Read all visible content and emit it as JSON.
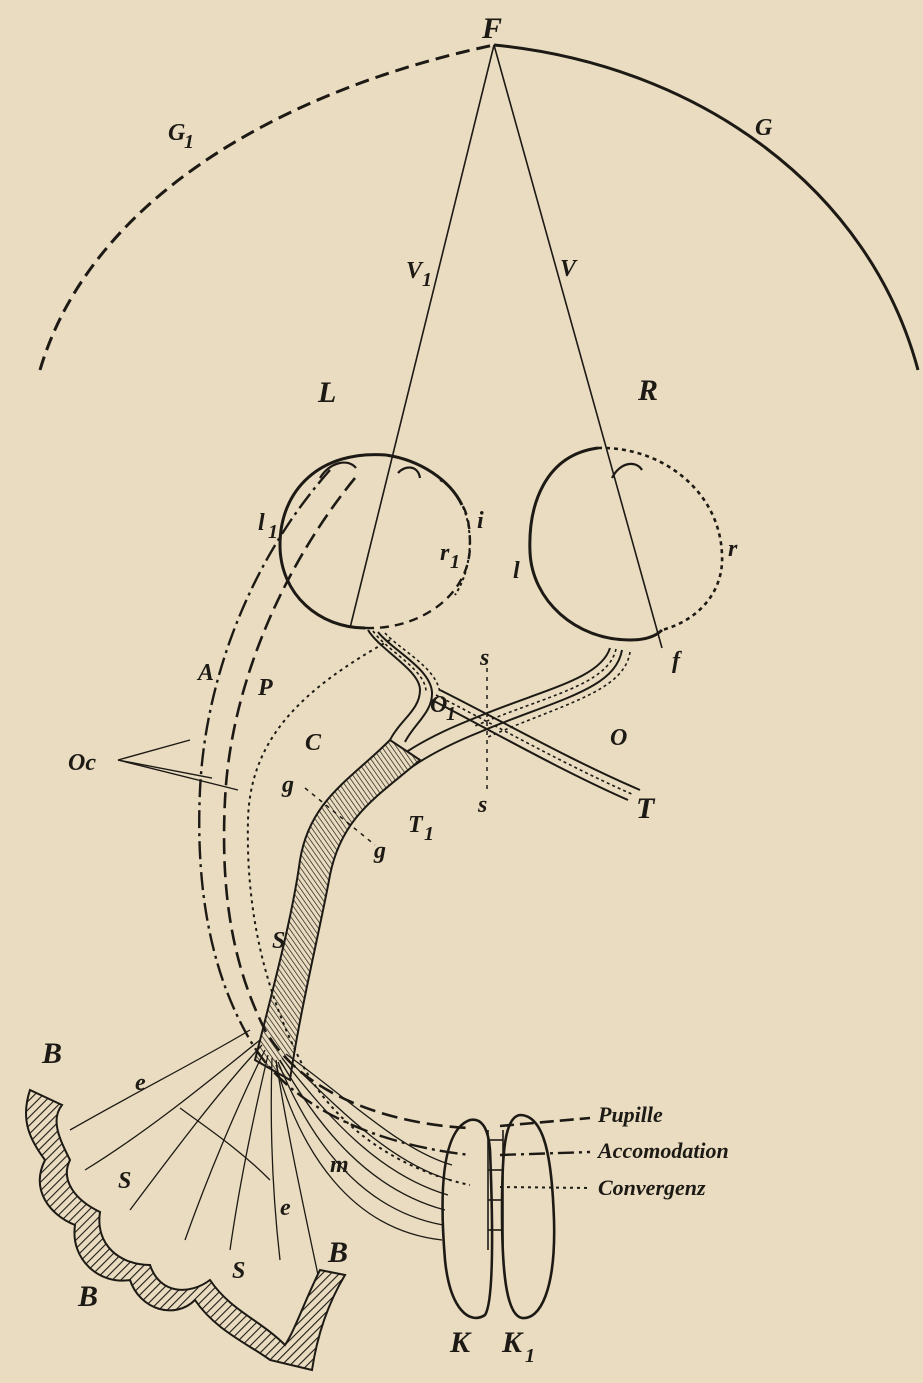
{
  "labels": {
    "F": "F",
    "G": "G",
    "G1": "G",
    "G1_sub": "1",
    "V": "V",
    "V1": "V",
    "V1_sub": "1",
    "L": "L",
    "R": "R",
    "l1": "l",
    "l1_sub": "1",
    "i": "i",
    "r1": "r",
    "r1_sub": "1",
    "l": "l",
    "r": "r",
    "f": "f",
    "A": "A",
    "P": "P",
    "C": "C",
    "O1": "O",
    "O1_sub": "1",
    "O": "O",
    "s_top": "s",
    "s_bottom": "s",
    "g_top": "g",
    "g_bottom": "g",
    "T1": "T",
    "T1_sub": "1",
    "T": "T",
    "Oc": "Oc",
    "S_tract": "S",
    "S_left": "S",
    "S_bottom": "S",
    "B_left_top": "B",
    "B_left_bottom": "B",
    "B_right": "B",
    "e_top": "e",
    "e_bottom": "e",
    "m": "m",
    "K": "K",
    "K1": "K",
    "K1_sub": "1"
  },
  "legend": {
    "pupille": "Pupille",
    "accomodation": "Accomodation",
    "convergenz": "Convergenz"
  }
}
